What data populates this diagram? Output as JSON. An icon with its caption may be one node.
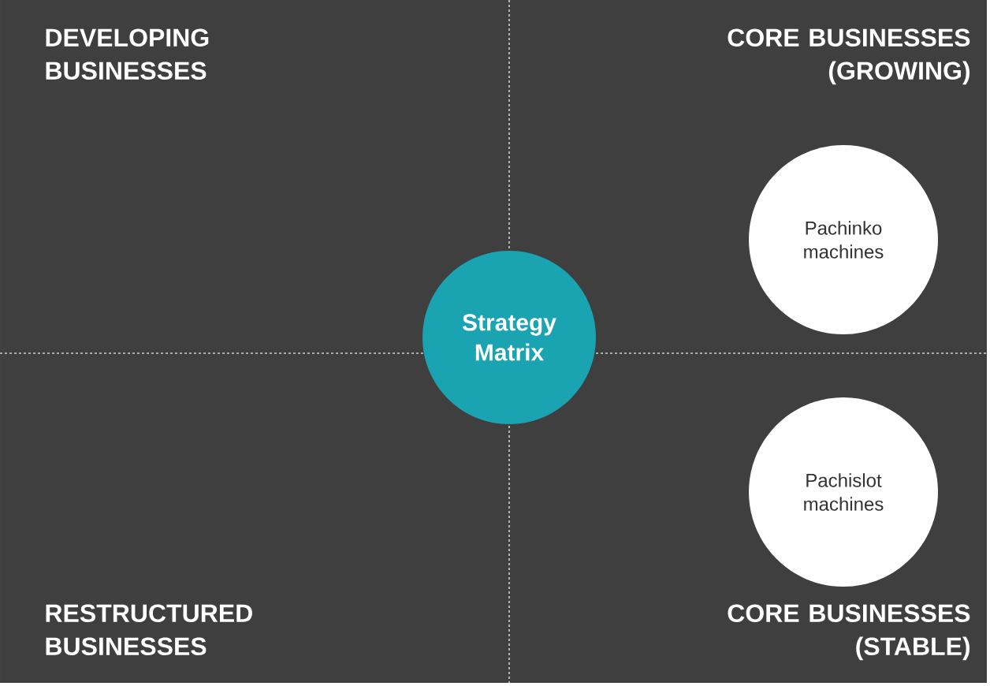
{
  "diagram": {
    "nodes": [
      {
        "text": [
          "Strategy Matrix"
        ]
      },
      {
        "text": [
          "Pachinko machines"
        ]
      },
      {
        "text": [
          "Pachislot machines"
        ]
      }
    ],
    "labels": [
      "DEVELOPING BUSINESSES",
      "CORE BUSINESSES (GROWING)",
      "RESTRUCTURED BUSINESSES",
      "CORE BUSINESSES (STABLE)"
    ]
  }
}
